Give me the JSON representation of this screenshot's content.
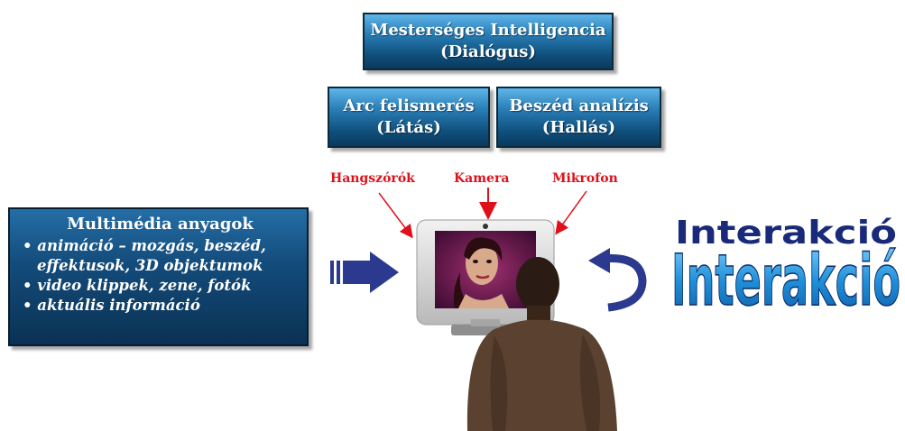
{
  "boxes": {
    "ai": {
      "line1": "Mesterséges Intelligencia",
      "line2": "(Dialógus)"
    },
    "face": {
      "line1": "Arc felismerés",
      "line2": "(Látás)"
    },
    "speech": {
      "line1": "Beszéd analízis",
      "line2": "(Hallás)"
    }
  },
  "labels": {
    "speakers": "Hangszórók",
    "camera": "Kamera",
    "microphone": "Mikrofon"
  },
  "multimedia": {
    "title": "Multimédia anyagok",
    "items": [
      {
        "text": "• animáció – mozgás, beszéd,"
      },
      {
        "text": "effektusok, 3D objektumok",
        "cont": true
      },
      {
        "text": "• video klippek, zene, fotók"
      },
      {
        "text": "• aktuális információ"
      }
    ]
  },
  "interaction": {
    "word": "Interakció"
  },
  "colors": {
    "box_top": "#5fb6e8",
    "box_bottom": "#0a3a5d",
    "label_red": "#e0101a",
    "arrow_navy": "#2b3a8f",
    "interakcio_blue": "#1f8fd8"
  }
}
